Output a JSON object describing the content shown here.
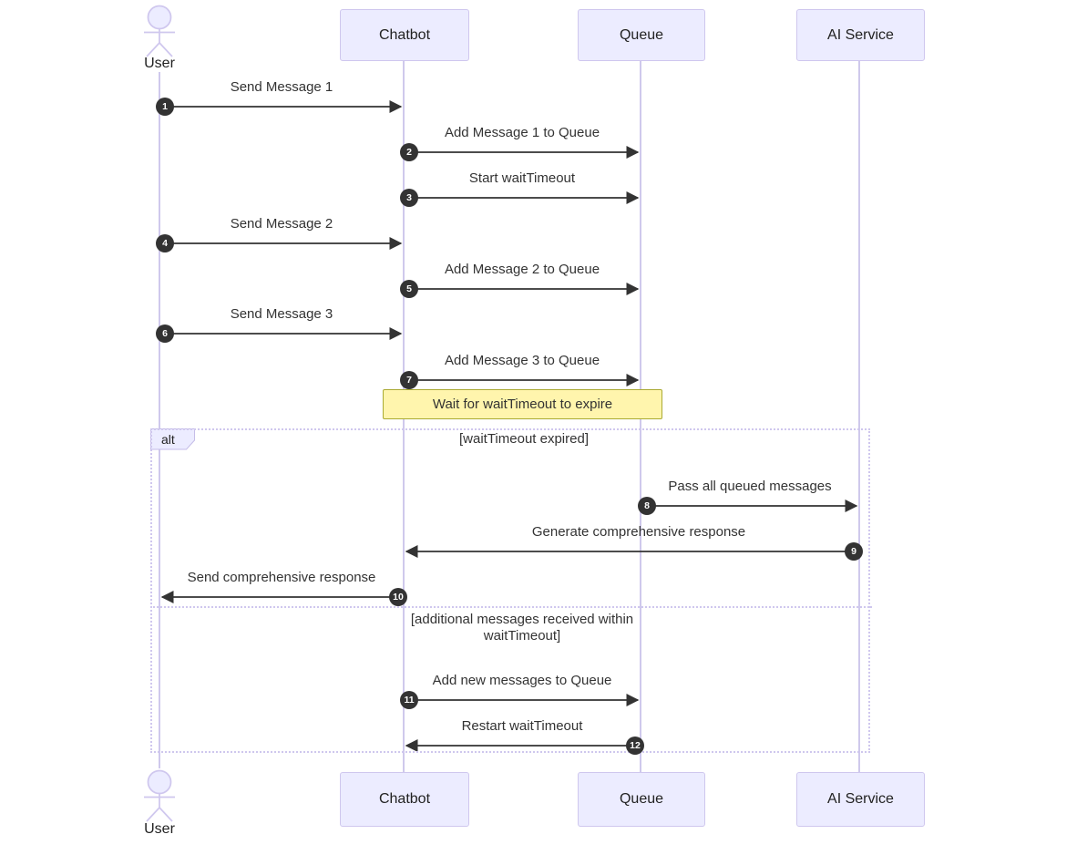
{
  "diagram": {
    "type": "sequence-diagram",
    "participants": [
      {
        "name": "User",
        "kind": "actor"
      },
      {
        "name": "Chatbot",
        "kind": "participant"
      },
      {
        "name": "Queue",
        "kind": "participant"
      },
      {
        "name": "AI Service",
        "kind": "participant"
      }
    ],
    "messages": [
      {
        "num": "1",
        "label": "Send Message 1",
        "from": "User",
        "to": "Chatbot"
      },
      {
        "num": "2",
        "label": "Add Message 1 to Queue",
        "from": "Chatbot",
        "to": "Queue"
      },
      {
        "num": "3",
        "label": "Start waitTimeout",
        "from": "Chatbot",
        "to": "Queue"
      },
      {
        "num": "4",
        "label": "Send Message 2",
        "from": "User",
        "to": "Chatbot"
      },
      {
        "num": "5",
        "label": "Add Message 2 to Queue",
        "from": "Chatbot",
        "to": "Queue"
      },
      {
        "num": "6",
        "label": "Send Message 3",
        "from": "User",
        "to": "Chatbot"
      },
      {
        "num": "7",
        "label": "Add Message 3 to Queue",
        "from": "Chatbot",
        "to": "Queue"
      },
      {
        "num": "8",
        "label": "Pass all queued messages",
        "from": "Queue",
        "to": "AI Service"
      },
      {
        "num": "9",
        "label": "Generate comprehensive response",
        "from": "AI Service",
        "to": "Chatbot"
      },
      {
        "num": "10",
        "label": "Send comprehensive response",
        "from": "Chatbot",
        "to": "User"
      },
      {
        "num": "11",
        "label": "Add new messages to Queue",
        "from": "Chatbot",
        "to": "Queue"
      },
      {
        "num": "12",
        "label": "Restart waitTimeout",
        "from": "Queue",
        "to": "Chatbot"
      }
    ],
    "note": {
      "text": "Wait for waitTimeout to expire",
      "over": "Chatbot, Queue"
    },
    "alt_frame": {
      "keyword": "alt",
      "conditions": [
        "[waitTimeout expired]",
        "[additional messages received within waitTimeout]"
      ]
    },
    "colors": {
      "participant_fill": "#ECECFF",
      "participant_border": "#CFC7EE",
      "lifeline": "#CFC9EC",
      "arrow": "#333333",
      "badge_fill": "#333333",
      "badge_text": "#FFFFFF",
      "note_fill": "#FFF5AD",
      "note_border": "#AAAA33",
      "frame_border": "#CFC7EE",
      "text": "#333333",
      "background": "#FFFFFF"
    }
  }
}
